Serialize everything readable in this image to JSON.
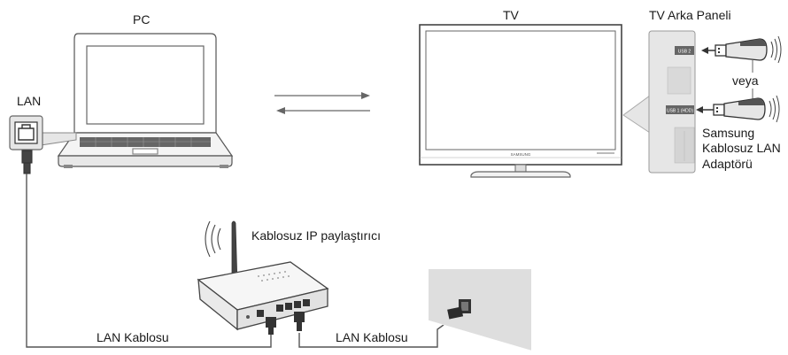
{
  "labels": {
    "pc": "PC",
    "tv": "TV",
    "tv_back_panel": "TV Arka Paneli",
    "lan": "LAN",
    "veya": "veya",
    "adapter": [
      "Samsung",
      "Kablosuz LAN",
      "Adaptörü"
    ],
    "router": "Kablosuz IP paylaştırıcı",
    "lan_cable_left": "LAN Kablosu",
    "lan_cable_right": "LAN Kablosu"
  },
  "tv_panel": {
    "usb2_label": "USB 2",
    "usb1_label": "USB 1 (HDD)"
  },
  "tv_brand": "SAMSUNG",
  "colors": {
    "line": "#555555",
    "device_fill": "#ffffff",
    "panel_fill": "#e6e6e6",
    "wall_fill": "#dedede",
    "dark": "#2b2b2b"
  },
  "icons": {
    "laptop": "laptop-icon",
    "tv": "tv-icon",
    "router": "wireless-router-icon",
    "usb_stick": "usb-dongle-icon",
    "wall_jack": "wall-lan-port-icon"
  }
}
